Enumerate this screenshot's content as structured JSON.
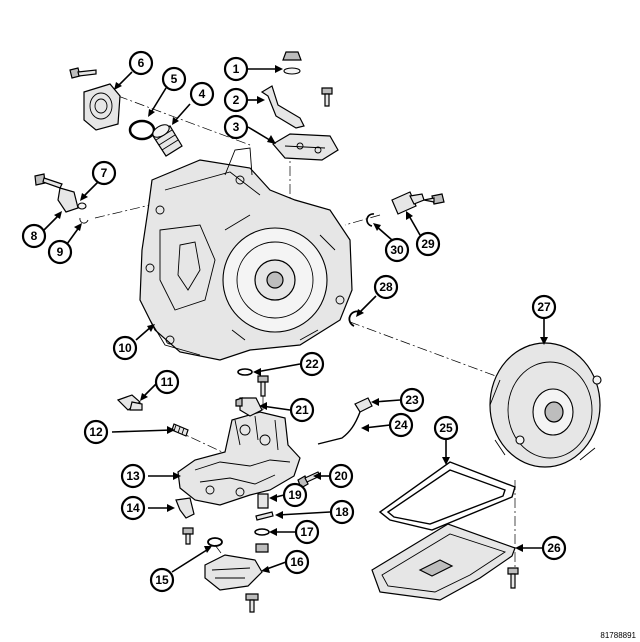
{
  "diagram": {
    "figure_id": "81788891",
    "callouts": [
      {
        "label": "1"
      },
      {
        "label": "2"
      },
      {
        "label": "3"
      },
      {
        "label": "4"
      },
      {
        "label": "5"
      },
      {
        "label": "6"
      },
      {
        "label": "7"
      },
      {
        "label": "8"
      },
      {
        "label": "9"
      },
      {
        "label": "10"
      },
      {
        "label": "11"
      },
      {
        "label": "12"
      },
      {
        "label": "13"
      },
      {
        "label": "14"
      },
      {
        "label": "15"
      },
      {
        "label": "16"
      },
      {
        "label": "17"
      },
      {
        "label": "18"
      },
      {
        "label": "19"
      },
      {
        "label": "20"
      },
      {
        "label": "21"
      },
      {
        "label": "22"
      },
      {
        "label": "23"
      },
      {
        "label": "24"
      },
      {
        "label": "25"
      },
      {
        "label": "26"
      },
      {
        "label": "27"
      },
      {
        "label": "28"
      },
      {
        "label": "29"
      },
      {
        "label": "30"
      }
    ]
  }
}
